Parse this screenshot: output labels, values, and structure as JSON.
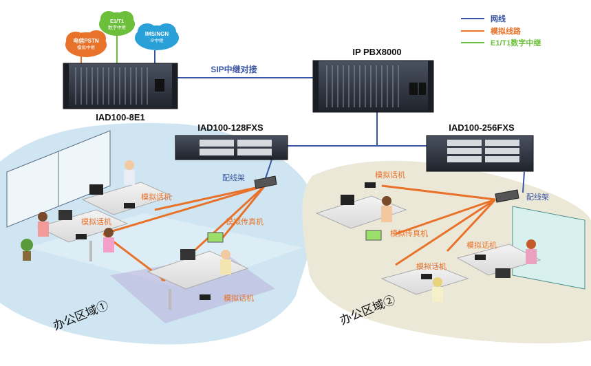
{
  "legend": {
    "items": [
      {
        "label": "网线",
        "color": "#3a54a4"
      },
      {
        "label": "模拟线路",
        "color": "#e8722a"
      },
      {
        "label": "E1/T1数字中继",
        "color": "#6bbf3a"
      }
    ]
  },
  "clouds": {
    "pstn": "电信PSTN\n模拟中继",
    "e1t1": "E1/T1\n数字中继",
    "ims": "IMS/NGN\nIP中继"
  },
  "devices": {
    "iad8e1": "IAD100-8E1",
    "pbx": "IP PBX8000",
    "iad128": "IAD100-128FXS",
    "iad256": "IAD100-256FXS"
  },
  "link_label": "SIP中继对接",
  "patch_panel_label": "配线架",
  "zone1": {
    "name": "办公区域①",
    "labels": [
      "模拟话机",
      "模拟话机",
      "模拟传真机",
      "模拟话机"
    ]
  },
  "zone2": {
    "name": "办公区域②",
    "labels": [
      "模拟话机",
      "模拟传真机",
      "模拟话机",
      "模拟话机"
    ]
  },
  "colors": {
    "net_line": "#3a54a4",
    "analog_line": "#e8722a",
    "e1_line": "#6bbf3a",
    "zone1_bg": "#cfe6f2",
    "zone2_bg": "#ece8d8",
    "rack": "#2e3440",
    "label_orange": "#e8722a"
  }
}
